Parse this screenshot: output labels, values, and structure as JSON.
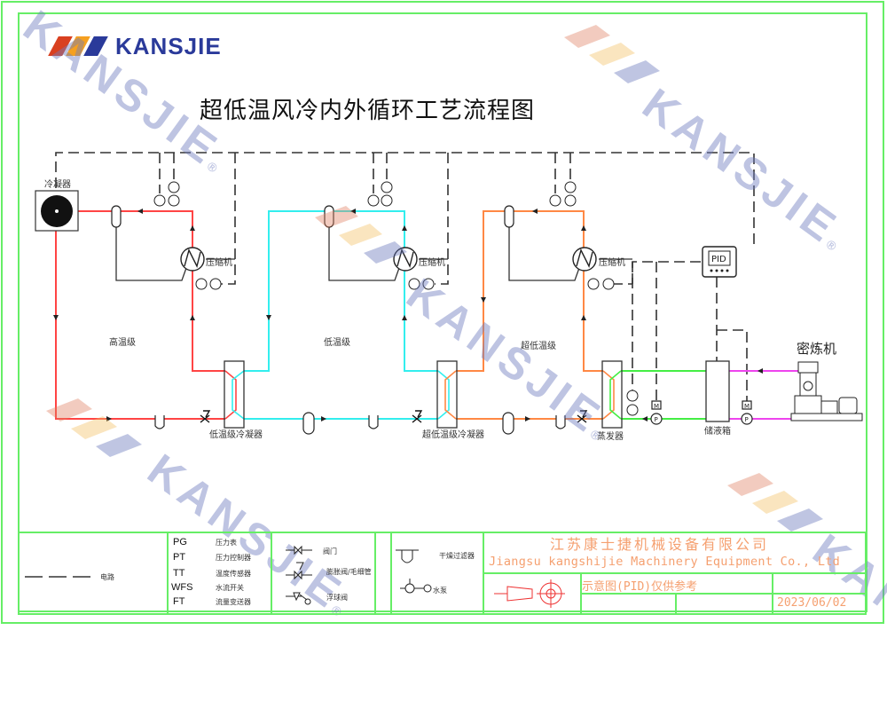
{
  "logo": {
    "text": "KANSJIE",
    "bar_colors": [
      "#d94020",
      "#f5a020",
      "#2a3a9a"
    ]
  },
  "title": "超低温风冷内外循环工艺流程图",
  "diagram": {
    "condenser_label": "冷凝器",
    "compressor_label": "压缩机",
    "stages": [
      {
        "name": "高温级",
        "color": "#ff4444"
      },
      {
        "name": "低温级",
        "color": "#33eeee"
      },
      {
        "name": "超低温级",
        "color": "#ff8844"
      }
    ],
    "exchangers": [
      {
        "label": "低温级冷凝器"
      },
      {
        "label": "超低温级冷凝器"
      },
      {
        "label": "蒸发器"
      }
    ],
    "tank_label": "储液箱",
    "machine_label": "密炼机",
    "controller_label": "PID",
    "pump_label": "P",
    "motor_label": "M",
    "secondary_loop_colors": {
      "supply": "#44ee44",
      "machine": "#ee44ee"
    },
    "control_line_color": "#333333"
  },
  "legend": {
    "electric_line": "电路",
    "codes": [
      {
        "code": "PG",
        "desc": "压力表"
      },
      {
        "code": "PT",
        "desc": "压力控制器"
      },
      {
        "code": "TT",
        "desc": "温度传感器"
      },
      {
        "code": "WFS",
        "desc": "水流开关"
      },
      {
        "code": "FT",
        "desc": "流量变送器"
      }
    ],
    "symbols": [
      {
        "name": "valve",
        "desc": "阀门"
      },
      {
        "name": "expansion-valve",
        "desc": "膨胀阀/毛细管"
      },
      {
        "name": "float-valve",
        "desc": "浮球阀"
      },
      {
        "name": "dry-filter",
        "desc": "干燥过滤器"
      },
      {
        "name": "water-pump",
        "desc": "水泵"
      }
    ]
  },
  "title_block": {
    "company_cn": "江苏康士捷机械设备有限公司",
    "company_en": "Jiangsu kangshijie Machinery Equipment Co., Ltd",
    "note": "示意图(PID)仅供参考",
    "date": "2023/06/02",
    "text_color": "#f5a070",
    "border_color": "#66ee66"
  },
  "watermark": {
    "text": "KANSJIE",
    "registered": "®"
  }
}
